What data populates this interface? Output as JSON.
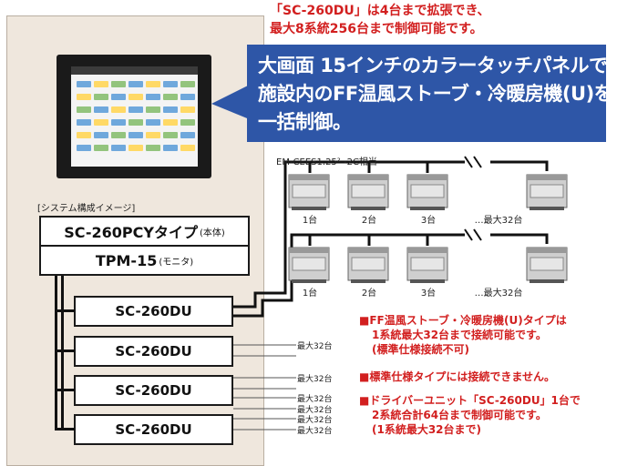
{
  "header": {
    "line1": "「SC-260DU」は4台まで拡張でき、",
    "line2": "最大8系統256台まで制御可能です。"
  },
  "callout": {
    "line1": "大画面 15インチのカラータッチパネルで",
    "line2": "施設内のFF温風ストーブ・冷暖房機(U)を",
    "line3": "一括制御。"
  },
  "system": {
    "caption": "[システム構成イメージ]",
    "main_unit": "SC-260PCYタイプ",
    "main_unit_note": "(本体)",
    "monitor": "TPM-15",
    "monitor_note": "(モニタ)",
    "drivers": [
      "SC-260DU",
      "SC-260DU",
      "SC-260DU",
      "SC-260DU"
    ]
  },
  "cable": {
    "label": "EM-CEES1.25² -2C相当"
  },
  "units_row1": [
    "1台",
    "2台",
    "3台",
    "…最大32台"
  ],
  "units_row2": [
    "1台",
    "2台",
    "3台",
    "…最大32台"
  ],
  "max_labels": [
    "最大32台",
    "最大32台",
    "最大32台",
    "最大32台",
    "最大32台",
    "最大32台"
  ],
  "notes": {
    "n1_l1": "■FF温風ストーブ・冷暖房機(U)タイプは",
    "n1_l2": "1系統最大32台まで接続可能です。",
    "n1_l3": "(標準仕様接続不可)",
    "n2": "■標準仕様タイプには接続できません。",
    "n3_l1": "■ドライバーユニット「SC-260DU」1台で",
    "n3_l2": "2系統合計64台まで制御可能です。",
    "n3_l3": "(1系統最大32台まで)"
  },
  "colors": {
    "accent_red": "#d21f1f",
    "callout_blue": "#2e56a7",
    "panel": "#efe7dd"
  }
}
